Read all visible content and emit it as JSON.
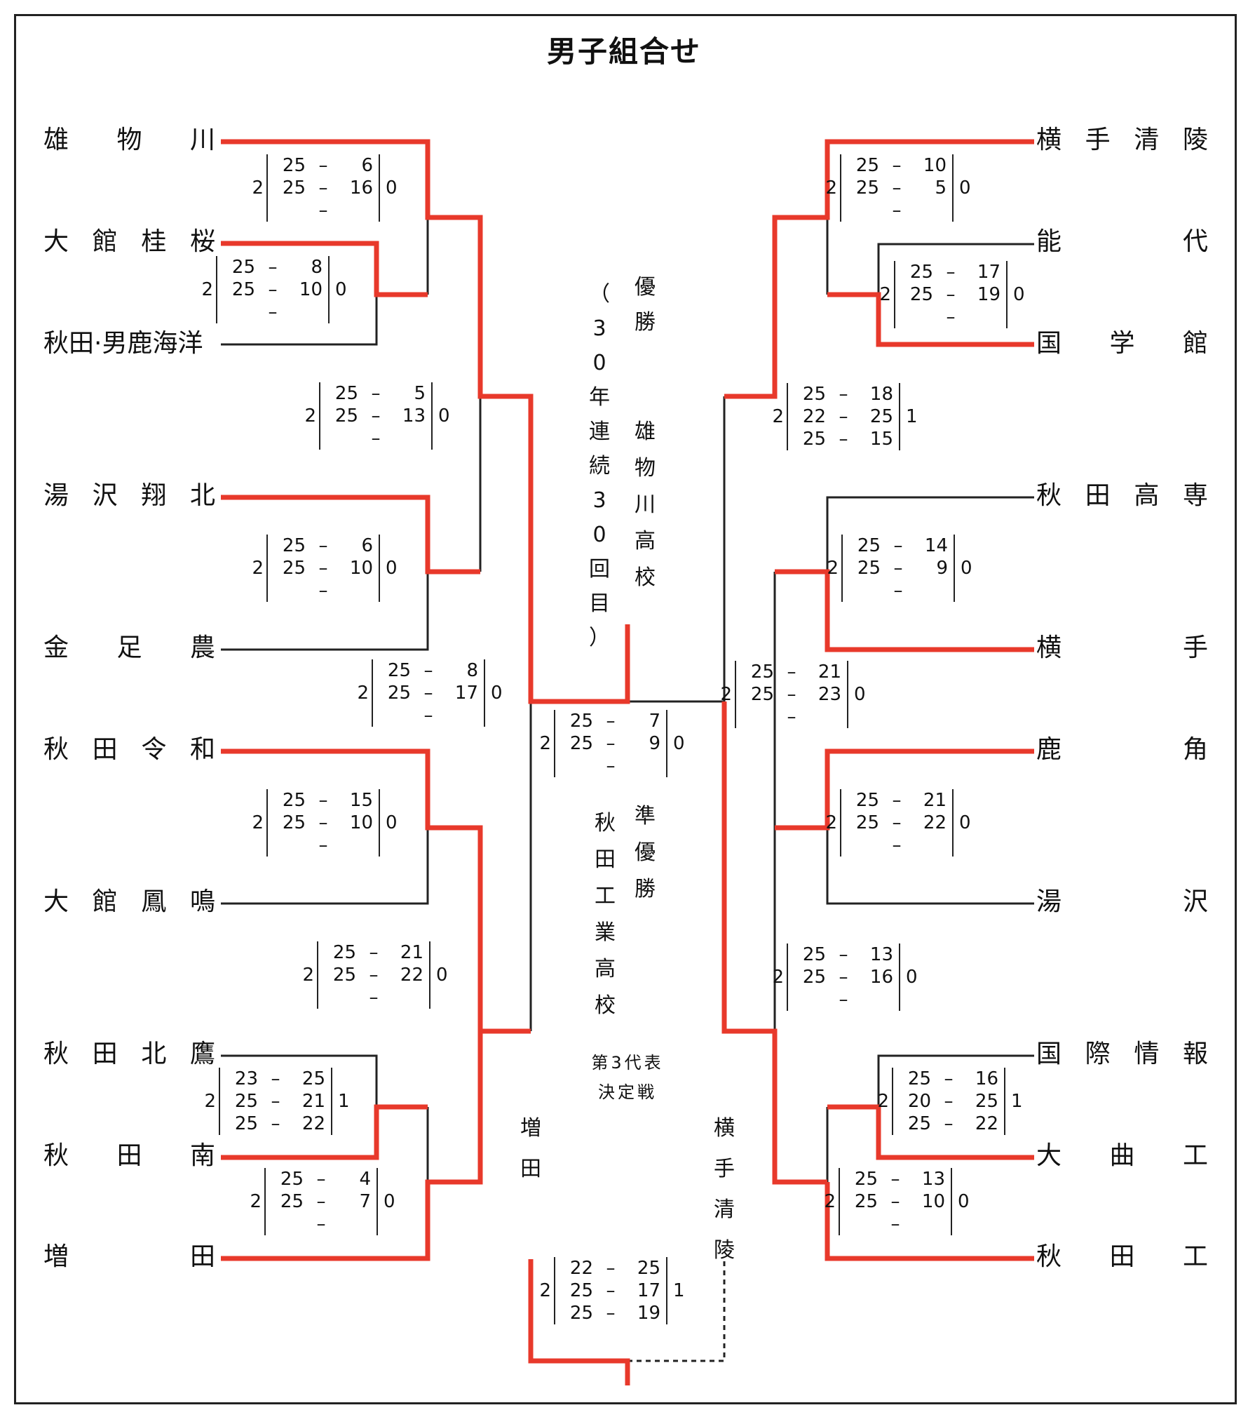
{
  "title": "男子組合せ",
  "left_teams": [
    "雄物川",
    "大館桂桜",
    "秋田·男鹿海洋",
    "湯沢翔北",
    "金足農",
    "秋田令和",
    "大館鳳鳴",
    "秋田北鷹",
    "秋田南",
    "増田"
  ],
  "right_teams": [
    "横手清陵",
    "能代",
    "国学館",
    "秋田高専",
    "横手",
    "鹿角",
    "湯沢",
    "国際情報",
    "大曲工",
    "秋田工"
  ],
  "champion": {
    "label": "優勝",
    "note": "（30年連続30回目）",
    "team": "雄物川高校"
  },
  "runner_up": {
    "label": "準優勝",
    "team": "秋田工業高校"
  },
  "third": {
    "label_line1": "第3代表",
    "label_line2": "決定戦",
    "left_team": "増田",
    "right_team": "横手清陵"
  },
  "scores": [
    {
      "id": "L1",
      "left": "2",
      "right": "0",
      "sets": [
        [
          "25",
          "6"
        ],
        [
          "25",
          "16"
        ],
        [
          "",
          ""
        ]
      ]
    },
    {
      "id": "L2",
      "left": "2",
      "right": "0",
      "sets": [
        [
          "25",
          "8"
        ],
        [
          "25",
          "10"
        ],
        [
          "",
          ""
        ]
      ]
    },
    {
      "id": "L3",
      "left": "2",
      "right": "0",
      "sets": [
        [
          "25",
          "5"
        ],
        [
          "25",
          "13"
        ],
        [
          "",
          ""
        ]
      ]
    },
    {
      "id": "L4",
      "left": "2",
      "right": "0",
      "sets": [
        [
          "25",
          "6"
        ],
        [
          "25",
          "10"
        ],
        [
          "",
          ""
        ]
      ]
    },
    {
      "id": "L5",
      "left": "2",
      "right": "0",
      "sets": [
        [
          "25",
          "8"
        ],
        [
          "25",
          "17"
        ],
        [
          "",
          ""
        ]
      ]
    },
    {
      "id": "L6",
      "left": "2",
      "right": "0",
      "sets": [
        [
          "25",
          "15"
        ],
        [
          "25",
          "10"
        ],
        [
          "",
          ""
        ]
      ]
    },
    {
      "id": "L7",
      "left": "2",
      "right": "0",
      "sets": [
        [
          "25",
          "21"
        ],
        [
          "25",
          "22"
        ],
        [
          "",
          ""
        ]
      ]
    },
    {
      "id": "L8",
      "left": "2",
      "right": "1",
      "sets": [
        [
          "23",
          "25"
        ],
        [
          "25",
          "21"
        ],
        [
          "25",
          "22"
        ]
      ]
    },
    {
      "id": "L9",
      "left": "2",
      "right": "0",
      "sets": [
        [
          "25",
          "4"
        ],
        [
          "25",
          "7"
        ],
        [
          "",
          ""
        ]
      ]
    },
    {
      "id": "R1",
      "left": "2",
      "right": "0",
      "sets": [
        [
          "25",
          "10"
        ],
        [
          "25",
          "5"
        ],
        [
          "",
          ""
        ]
      ]
    },
    {
      "id": "R2",
      "left": "2",
      "right": "0",
      "sets": [
        [
          "25",
          "17"
        ],
        [
          "25",
          "19"
        ],
        [
          "",
          ""
        ]
      ]
    },
    {
      "id": "R3",
      "left": "2",
      "right": "1",
      "sets": [
        [
          "25",
          "18"
        ],
        [
          "22",
          "25"
        ],
        [
          "25",
          "15"
        ]
      ]
    },
    {
      "id": "R4",
      "left": "2",
      "right": "0",
      "sets": [
        [
          "25",
          "14"
        ],
        [
          "25",
          "9"
        ],
        [
          "",
          ""
        ]
      ]
    },
    {
      "id": "R5",
      "left": "2",
      "right": "0",
      "sets": [
        [
          "25",
          "21"
        ],
        [
          "25",
          "23"
        ],
        [
          "",
          ""
        ]
      ]
    },
    {
      "id": "R6",
      "left": "2",
      "right": "0",
      "sets": [
        [
          "25",
          "21"
        ],
        [
          "25",
          "22"
        ],
        [
          "",
          ""
        ]
      ]
    },
    {
      "id": "R7",
      "left": "2",
      "right": "0",
      "sets": [
        [
          "25",
          "13"
        ],
        [
          "25",
          "16"
        ],
        [
          "",
          ""
        ]
      ]
    },
    {
      "id": "R8",
      "left": "2",
      "right": "1",
      "sets": [
        [
          "25",
          "16"
        ],
        [
          "20",
          "25"
        ],
        [
          "25",
          "22"
        ]
      ]
    },
    {
      "id": "R9",
      "left": "2",
      "right": "0",
      "sets": [
        [
          "25",
          "13"
        ],
        [
          "25",
          "10"
        ],
        [
          "",
          ""
        ]
      ]
    },
    {
      "id": "F",
      "left": "2",
      "right": "0",
      "sets": [
        [
          "25",
          "7"
        ],
        [
          "25",
          "9"
        ],
        [
          "",
          ""
        ]
      ]
    },
    {
      "id": "T3",
      "left": "2",
      "right": "1",
      "sets": [
        [
          "22",
          "25"
        ],
        [
          "25",
          "17"
        ],
        [
          "25",
          "19"
        ]
      ]
    }
  ],
  "colors": {
    "winner_line": "#e8392b",
    "line": "#222222"
  }
}
